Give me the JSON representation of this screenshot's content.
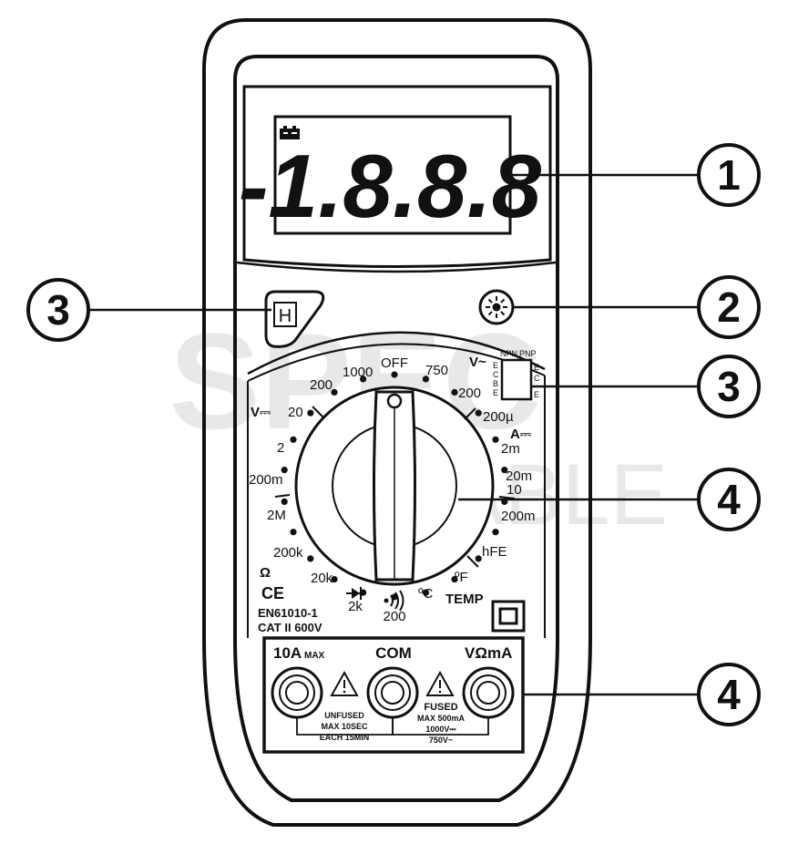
{
  "watermark": {
    "line1": "SPEC",
    "line2": "KABLE"
  },
  "display": {
    "reading": "-1.8.8.8"
  },
  "hold_button": {
    "label": "H"
  },
  "callouts": [
    {
      "id": "c1",
      "number": "1"
    },
    {
      "id": "c2",
      "number": "2"
    },
    {
      "id": "c3a",
      "number": "3"
    },
    {
      "id": "c3b",
      "number": "3"
    },
    {
      "id": "c4a",
      "number": "4"
    },
    {
      "id": "c4b",
      "number": "4"
    }
  ],
  "dial_labels": {
    "off": "OFF",
    "v_ac": "V~",
    "v_ac_750": "750",
    "v_ac_200": "200",
    "a_dc": "A⎓",
    "a_200u": "200µ",
    "a_2m": "2m",
    "a_20m": "20m",
    "a_10": "10",
    "a_200m": "200m",
    "hfe": "hFE",
    "temp_f": "ºF",
    "temp": "TEMP",
    "temp_c": "ºC",
    "continuity_200": "200",
    "diode_2k": "2k",
    "ohm_20k": "20k",
    "ohm_200k": "200k",
    "ohm": "Ω",
    "ohm_2M": "2M",
    "ohm_200m": "200m",
    "v_dc_2": "2",
    "v_dc_20": "20",
    "v_dc": "V⎓",
    "v_dc_200": "200",
    "v_dc_1000": "1000"
  },
  "transistor_socket": {
    "npn": "NPN",
    "pnp": "PNP",
    "pins_left": [
      "E",
      "C",
      "B",
      "E"
    ],
    "pins_right": [
      "E",
      "C",
      "E"
    ]
  },
  "certifications": {
    "ce": "CE",
    "standard": "EN61010-1",
    "category": "CAT II 600V"
  },
  "jacks": {
    "a10": "10A",
    "a10_max": "MAX",
    "com": "COM",
    "vohm": "VΩmA",
    "unfused_lines": [
      "UNFUSED",
      "MAX 10SEC",
      "EACH 15MIN"
    ],
    "fused_lines": [
      "FUSED",
      "MAX 500mA",
      "1000V⎓",
      "750V~"
    ]
  },
  "colors": {
    "ink": "#111111",
    "watermark": "#e6e6e6",
    "background": "#ffffff"
  }
}
